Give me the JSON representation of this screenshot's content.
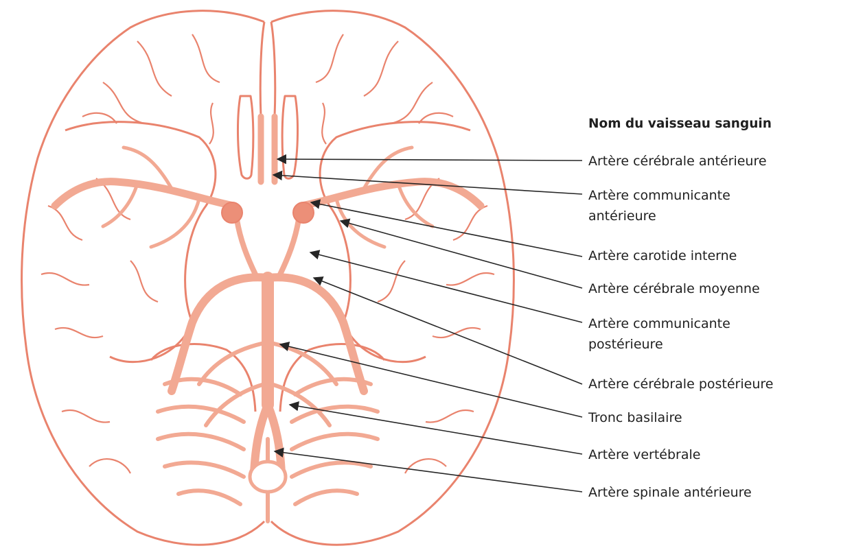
{
  "legend": {
    "header": "Nom du vaisseau sanguin",
    "items": [
      "Artère cérébrale antérieure",
      "Artère communicante\nantérieure",
      "Artère carotide interne",
      "Artère cérébrale moyenne",
      "Artère communicante\npostérieure",
      "Artère cérébrale postérieure",
      "Tronc basilaire",
      "Artère vertébrale",
      "Artère spinale antérieure"
    ]
  },
  "colors": {
    "outline": "#e9836d",
    "vessel": "#f2a993",
    "vessel_dark": "#ec8f78",
    "leader": "#262626",
    "text": "#1f1f1f"
  }
}
